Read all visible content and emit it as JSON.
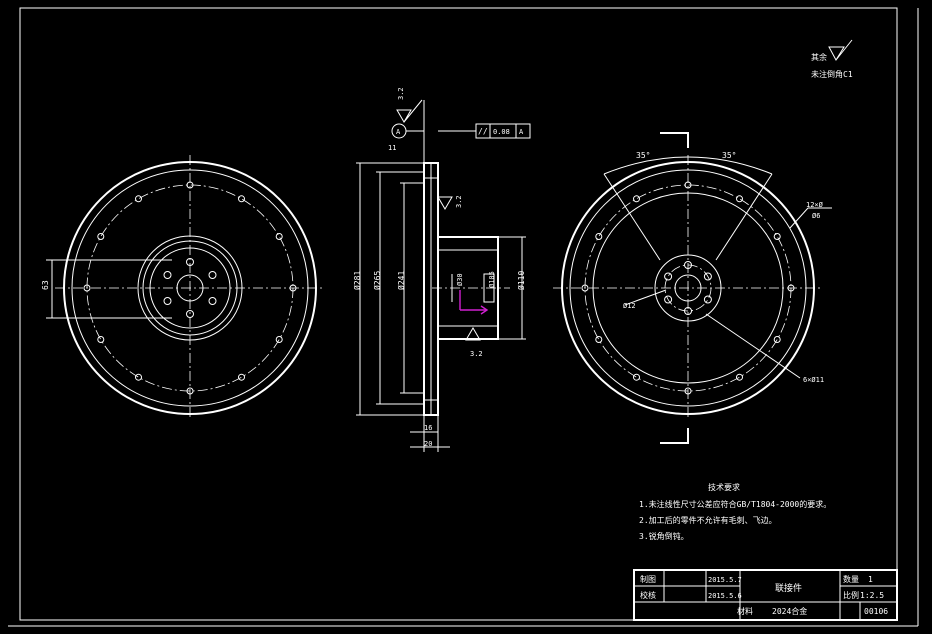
{
  "corner_note": {
    "roughness_label": "其余",
    "chamfer_note": "未注倒角C1"
  },
  "side_view": {
    "roughness_top": "3.2",
    "datum_letter": "A",
    "datum_dim": "11",
    "tolerance_symbol": "//",
    "tolerance_value": "0.08",
    "tolerance_datum": "A",
    "roughness_mid": "3.2",
    "roughness_bottom": "3.2",
    "dim_d1": "Ø281",
    "dim_d2": "Ø265",
    "dim_d3": "Ø241",
    "dim_d4": "Ø30",
    "dim_d5": "Ø105",
    "dim_d6": "Ø110",
    "dim_16": "16",
    "dim_20": "20"
  },
  "left_view": {
    "dim_63": "63"
  },
  "right_view": {
    "angle_left": "35°",
    "angle_right": "35°",
    "holes_top": "12×Ø",
    "holes_top_sub": "Ø6",
    "dim_center": "Ø12",
    "holes_bottom": "6×Ø11"
  },
  "tech_requirements": {
    "title": "技术要求",
    "items": [
      "1.未注线性尺寸公差应符合GB/T1804-2000的要求。",
      "2.加工后的零件不允许有毛刺、飞边。",
      "3.锐角倒钝。"
    ]
  },
  "title_block": {
    "drawn_label": "制图",
    "drawn_date": "2015.5.7",
    "checked_label": "校核",
    "checked_date": "2015.5.6",
    "part_name": "联接件",
    "qty_label": "数量",
    "qty_value": "1",
    "scale_label": "比例",
    "scale_value": "1:2.5",
    "material_label": "材料",
    "material_value": "2024合金",
    "drawing_no": "00106"
  }
}
